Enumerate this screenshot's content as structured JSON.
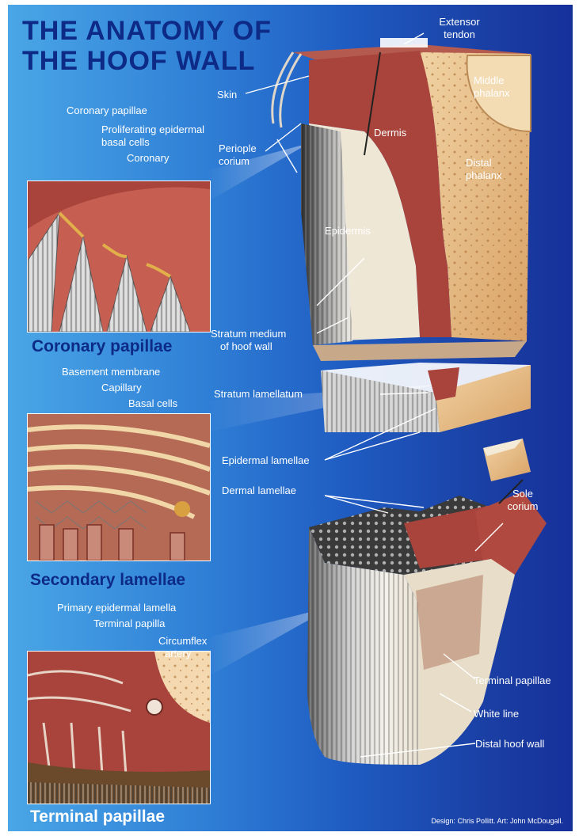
{
  "title": {
    "line1": "THE ANATOMY OF",
    "line2": "THE HOOF WALL"
  },
  "insets": {
    "coronary": {
      "heading": "Coronary papillae",
      "labels": {
        "coronary_papillae": "Coronary papillae",
        "proliferating_1": "Proliferating epidermal",
        "proliferating_2": "basal cells",
        "coronary": "Coronary"
      }
    },
    "secondary": {
      "heading": "Secondary lamellae",
      "labels": {
        "basement_membrane": "Basement membrane",
        "capillary": "Capillary",
        "basal_cells": "Basal cells"
      }
    },
    "terminal": {
      "heading": "Terminal papillae",
      "labels": {
        "primary_lamella": "Primary epidermal lamella",
        "terminal_papilla": "Terminal papilla",
        "circumflex_1": "Circumflex",
        "circumflex_2": "artery"
      }
    }
  },
  "main_labels": {
    "extensor_1": "Extensor",
    "extensor_2": "tendon",
    "skin": "Skin",
    "middle_1": "Middle",
    "middle_2": "phalanx",
    "dermis": "Dermis",
    "periople_1": "Periople",
    "periople_2": "corium",
    "distal_1": "Distal",
    "distal_2": "phalanx",
    "epidermis": "Epidermis",
    "stratum_medium_1": "Stratum medium",
    "stratum_medium_2": "of hoof wall",
    "stratum_lamellatum": "Stratum lamellatum",
    "epidermal_lamellae": "Epidermal lamellae",
    "dermal_lamellae": "Dermal lamellae",
    "sole_1": "Sole",
    "sole_2": "corium",
    "terminal_papillae": "Terminal papillae",
    "white_line": "White line",
    "distal_hoof_wall": "Distal hoof wall"
  },
  "credit": "Design: Chris Pollitt.  Art: John McDougall.",
  "colors": {
    "title": "#0c2a86",
    "dermis": "#a8443c",
    "bone": "#e8c08c",
    "horn": "#d8d4cc"
  }
}
